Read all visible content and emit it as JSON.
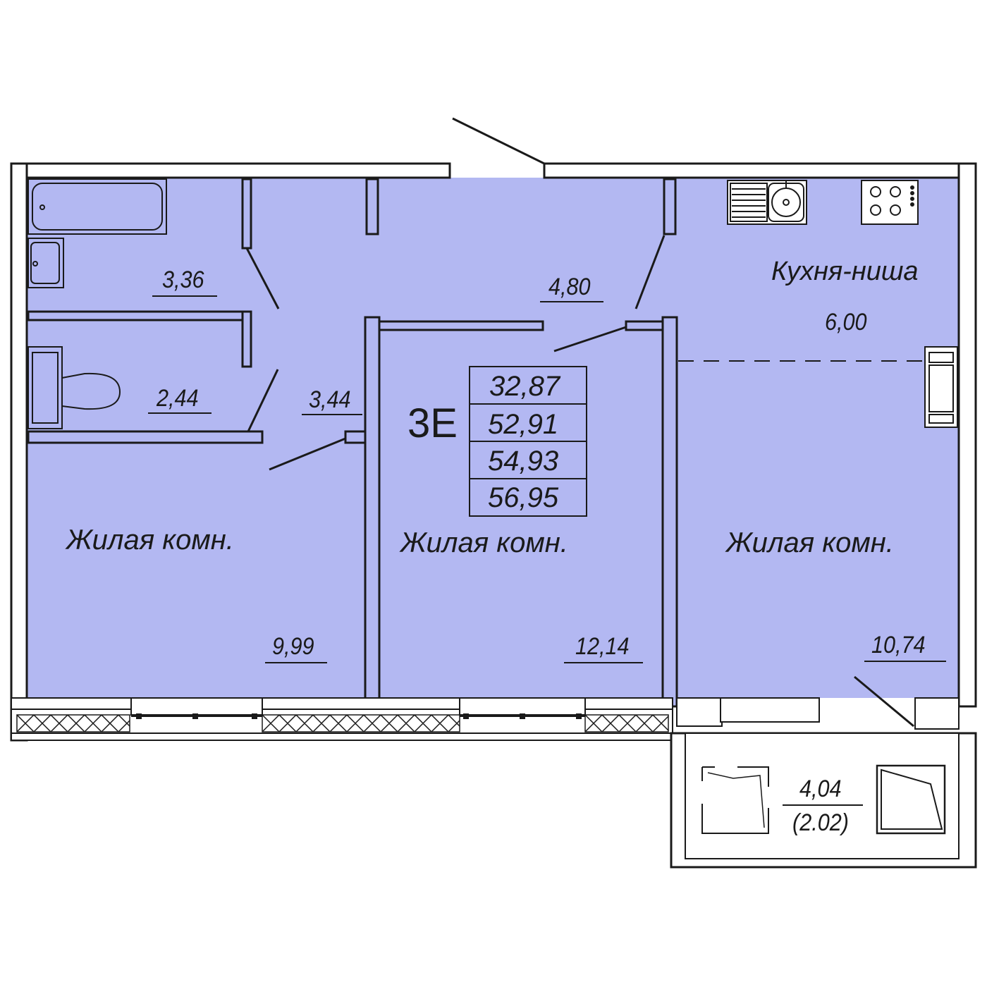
{
  "apartment": {
    "code": "3E",
    "totals": [
      "32,87",
      "52,91",
      "54,93",
      "56,95"
    ]
  },
  "rooms": {
    "bath_area": "3,36",
    "toilet_area": "2,44",
    "hall_area": "3,44",
    "corridor_area": "4,80",
    "kitchen_name": "Кухня-ниша",
    "kitchen_area": "6,00",
    "living_left_name": "Жилая комн.",
    "living_left_area": "9,99",
    "living_mid_name": "Жилая комн.",
    "living_mid_area": "12,14",
    "living_right_name": "Жилая комн.",
    "living_right_area": "10,74",
    "balcony_area": "4,04",
    "balcony_reduced": "(2.02)"
  },
  "colors": {
    "floor": "#b3b8f2",
    "wall": "#1a1a1a",
    "background": "#ffffff"
  }
}
